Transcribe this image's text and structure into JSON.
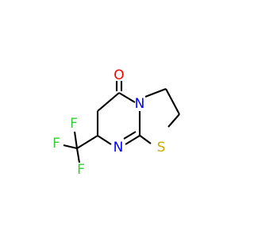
{
  "molecule": {
    "atoms": [
      {
        "id": "O1",
        "symbol": "O",
        "color": "#ff0000"
      },
      {
        "id": "N1",
        "symbol": "N",
        "color": "#0000ff"
      },
      {
        "id": "N2",
        "symbol": "N",
        "color": "#0000ff"
      },
      {
        "id": "S1",
        "symbol": "S",
        "color": "#ccaa00"
      },
      {
        "id": "F1",
        "symbol": "F",
        "color": "#33cc33"
      },
      {
        "id": "F2",
        "symbol": "F",
        "color": "#33cc33"
      },
      {
        "id": "F3",
        "symbol": "F",
        "color": "#33cc33"
      }
    ]
  }
}
